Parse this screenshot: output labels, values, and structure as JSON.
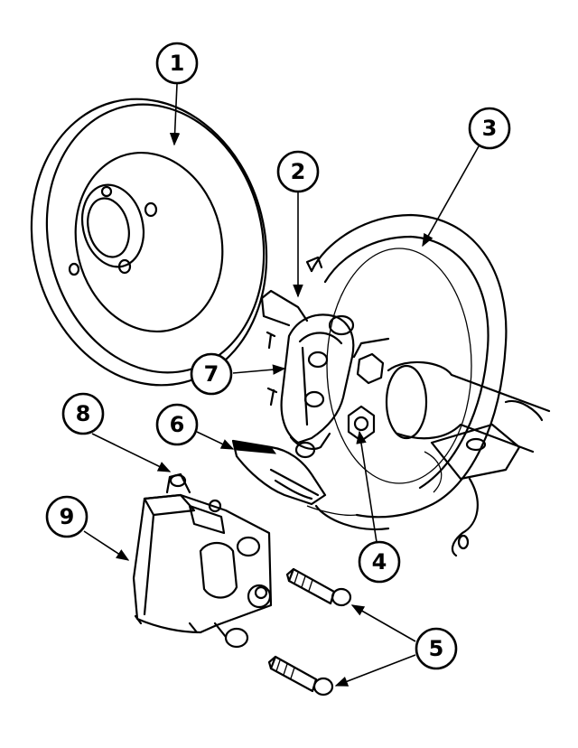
{
  "diagram": {
    "colors": {
      "ink": "#000000",
      "paper": "#ffffff"
    },
    "callouts": [
      {
        "id": "1",
        "label": "1"
      },
      {
        "id": "2",
        "label": "2"
      },
      {
        "id": "3",
        "label": "3"
      },
      {
        "id": "4",
        "label": "4"
      },
      {
        "id": "5",
        "label": "5"
      },
      {
        "id": "6",
        "label": "6"
      },
      {
        "id": "7",
        "label": "7"
      },
      {
        "id": "8",
        "label": "8"
      },
      {
        "id": "9",
        "label": "9"
      }
    ]
  }
}
